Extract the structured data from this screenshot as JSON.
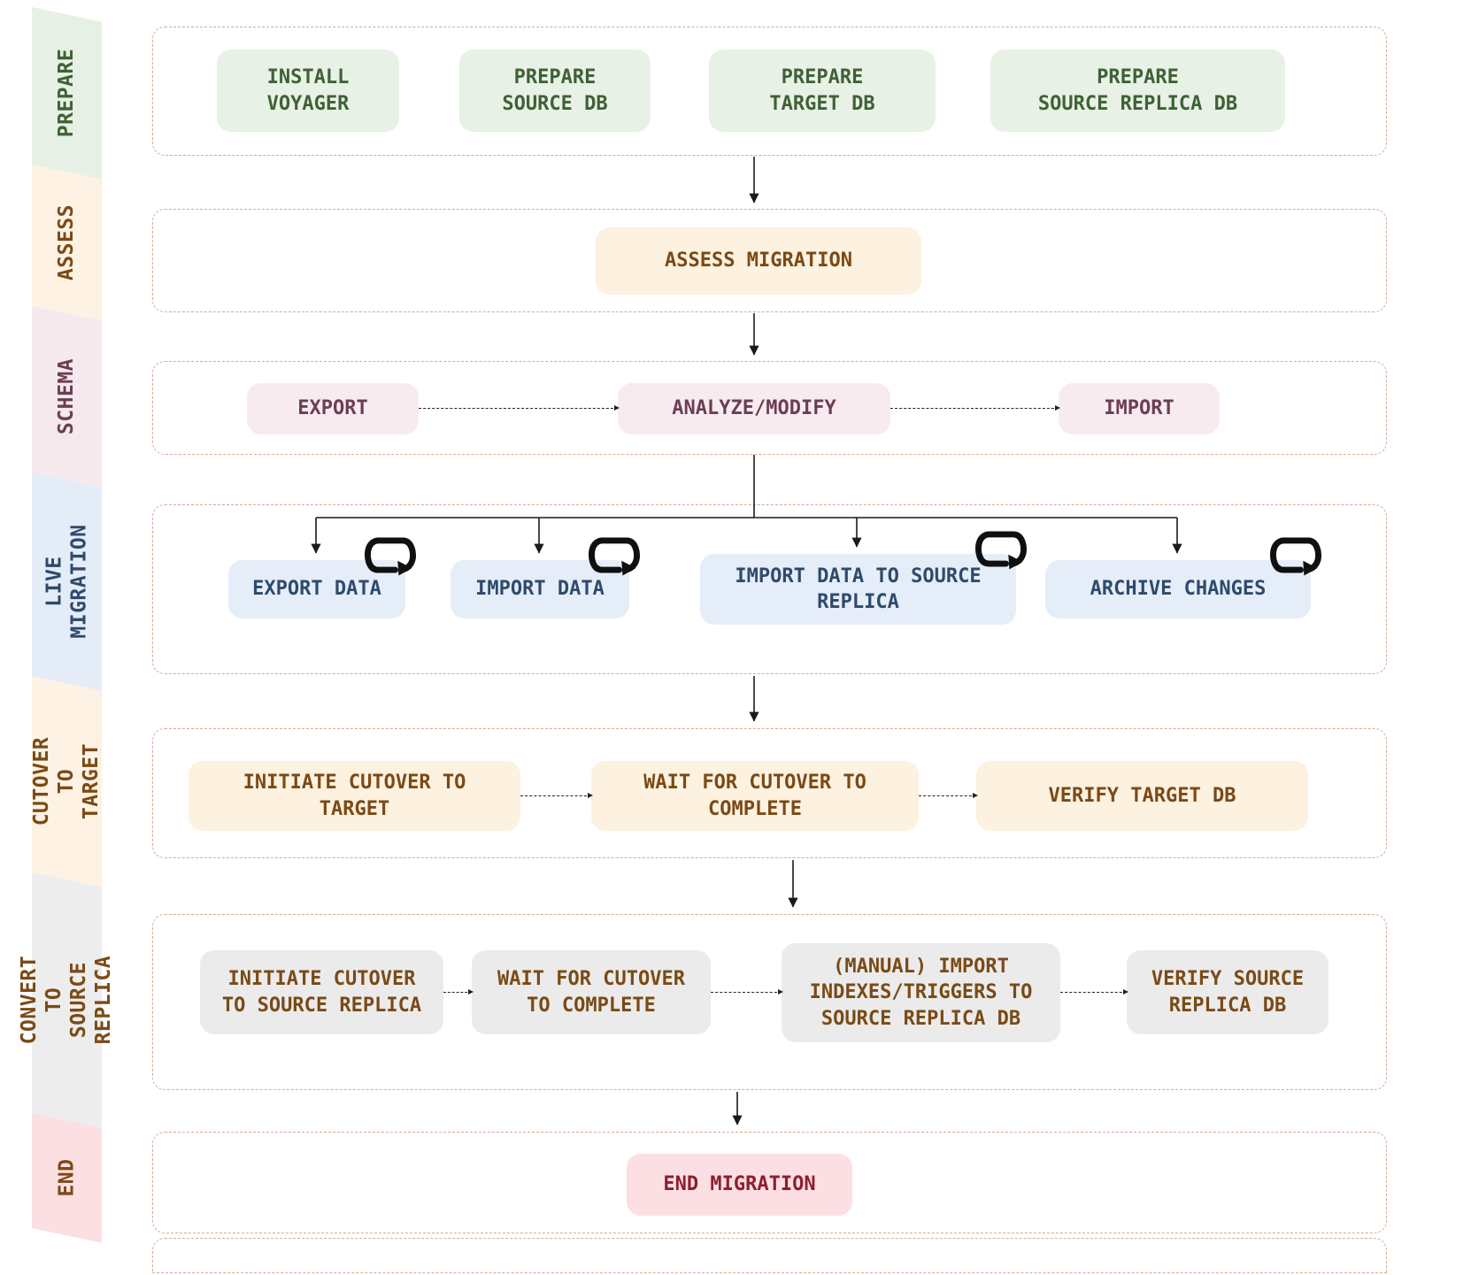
{
  "title": "Database migration workflow diagram",
  "palette": {
    "prepare_bg": "#e8f1e5",
    "prepare_text": "#3f6136",
    "assess_bg": "#fdf1e0",
    "assess_text": "#7a4a16",
    "schema_bg": "#f7ebef",
    "schema_text": "#6b3e54",
    "live_bg": "#e5edf9",
    "live_text": "#2e4a6b",
    "cutover_bg": "#fdf1e0",
    "cutover_text": "#7a4a16",
    "convert_bg": "#ebebeb",
    "convert_text": "#7a4a16",
    "end_bg": "#fcdfe3",
    "end_text": "#8e1e2f",
    "container_border": "#d4ac96",
    "arrow": "#1a1a1a"
  },
  "sidebar": {
    "phases": [
      {
        "label": "PREPARE"
      },
      {
        "label": "ASSESS"
      },
      {
        "label": "SCHEMA"
      },
      {
        "label": "LIVE\nMIGRATION"
      },
      {
        "label": "CUTOVER TO\nTARGET"
      },
      {
        "label": "CONVERT TO\nSOURCE REPLICA"
      },
      {
        "label": "END"
      }
    ]
  },
  "rows": {
    "prepare": {
      "boxes": [
        "INSTALL\nVOYAGER",
        "PREPARE\nSOURCE DB",
        "PREPARE\nTARGET DB",
        "PREPARE\nSOURCE REPLICA DB"
      ]
    },
    "assess": {
      "boxes": [
        "ASSESS MIGRATION"
      ]
    },
    "schema": {
      "boxes": [
        "EXPORT",
        "ANALYZE/MODIFY",
        "IMPORT"
      ]
    },
    "live_migration": {
      "boxes": [
        "EXPORT DATA",
        "IMPORT DATA",
        "IMPORT DATA TO SOURCE\nREPLICA",
        "ARCHIVE CHANGES"
      ]
    },
    "cutover_to_target": {
      "boxes": [
        "INITIATE CUTOVER TO\nTARGET",
        "WAIT FOR CUTOVER TO\nCOMPLETE",
        "VERIFY TARGET DB"
      ]
    },
    "convert_to_source_replica": {
      "boxes": [
        "INITIATE CUTOVER\nTO SOURCE REPLICA",
        "WAIT FOR CUTOVER\nTO COMPLETE",
        "(MANUAL) IMPORT\nINDEXES/TRIGGERS TO\nSOURCE REPLICA DB",
        "VERIFY SOURCE\nREPLICA DB"
      ]
    },
    "end": {
      "boxes": [
        "END MIGRATION"
      ]
    }
  },
  "icons": {
    "loop": "loop-repeat-icon"
  }
}
